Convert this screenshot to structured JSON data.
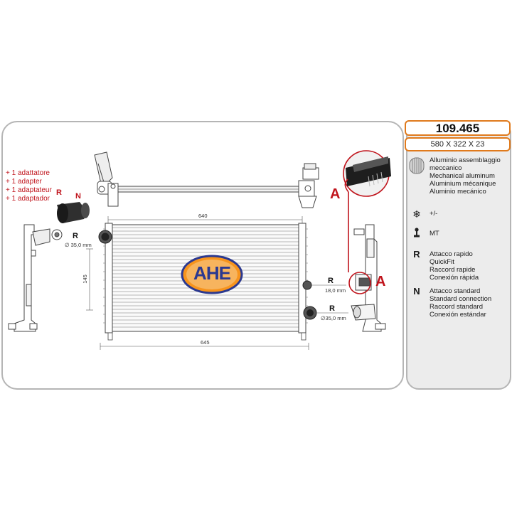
{
  "product": {
    "code": "109.465",
    "dimensions": "580 X 322 X 23"
  },
  "legend": {
    "material": {
      "icon": "mechanical-assembly-icon",
      "lines": [
        "Alluminio assemblaggio",
        "meccanico",
        "Mechanical aluminum",
        "Aluminium mécanique",
        "Aluminio mecánico"
      ]
    },
    "ac": {
      "icon": "snowflake-icon",
      "text": "+/-"
    },
    "transmission": {
      "icon": "gear-shift-icon",
      "text": "MT"
    },
    "quickfit": {
      "letter": "R",
      "lines": [
        "Attacco rapido",
        "QuickFit",
        "Raccord rapide",
        "Conexión rápida"
      ]
    },
    "standard": {
      "letter": "N",
      "lines": [
        "Attacco standard",
        "Standard connection",
        "Raccord standard",
        "Conexión estándar"
      ]
    }
  },
  "adapter_note": [
    "+ 1 adattatore",
    "+ 1 adapter",
    "+ 1 adaptateur",
    "+ 1 adaptador"
  ],
  "adapter_letters": {
    "r": "R",
    "n": "N"
  },
  "logo": "AHE",
  "dimensions": {
    "top_width": "640",
    "bottom_width": "645",
    "height_145": "145"
  },
  "connections": {
    "left": {
      "letter": "R",
      "size": "∅ 35,0 mm"
    },
    "right_mid": {
      "letter": "R",
      "size": "18,0 mm"
    },
    "right_low": {
      "letter": "R",
      "size": "∅35,0 mm"
    }
  },
  "detail_marker": "A",
  "colors": {
    "accent_orange": "#e07a1c",
    "red": "#c0141c",
    "logo_blue": "#2b3990",
    "logo_orange": "#f7941d",
    "panel_gray": "#ececec"
  }
}
